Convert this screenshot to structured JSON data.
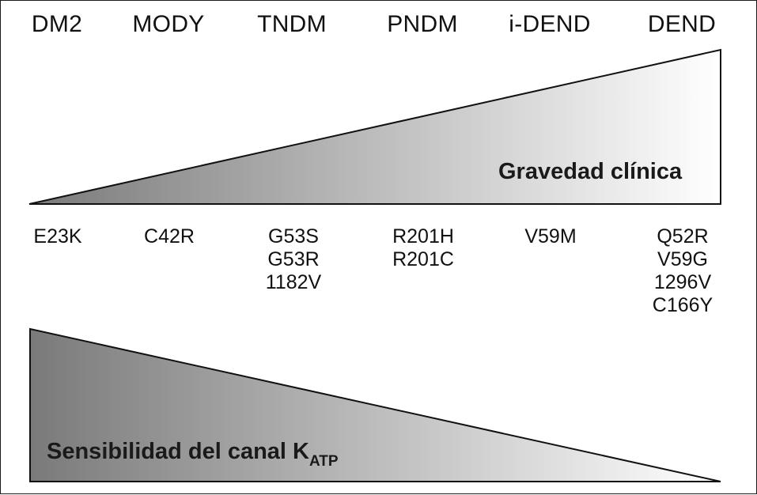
{
  "columns": [
    "DM2",
    "MODY",
    "TNDM",
    "PNDM",
    "i-DEND",
    "DEND"
  ],
  "mutations": [
    [
      "E23K"
    ],
    [
      "C42R"
    ],
    [
      "G53S",
      "G53R",
      "1182V"
    ],
    [
      "R201H",
      "R201C"
    ],
    [
      "V59M"
    ],
    [
      "Q52R",
      "V59G",
      "1296V",
      "C166Y"
    ]
  ],
  "severity_label": "Gravedad clínica",
  "sensitivity_label": "Sensibilidad del canal K",
  "sensitivity_subscript": "ATP",
  "colors": {
    "dark": "#7a7a7a",
    "light": "#ffffff",
    "stroke": "#111111"
  }
}
